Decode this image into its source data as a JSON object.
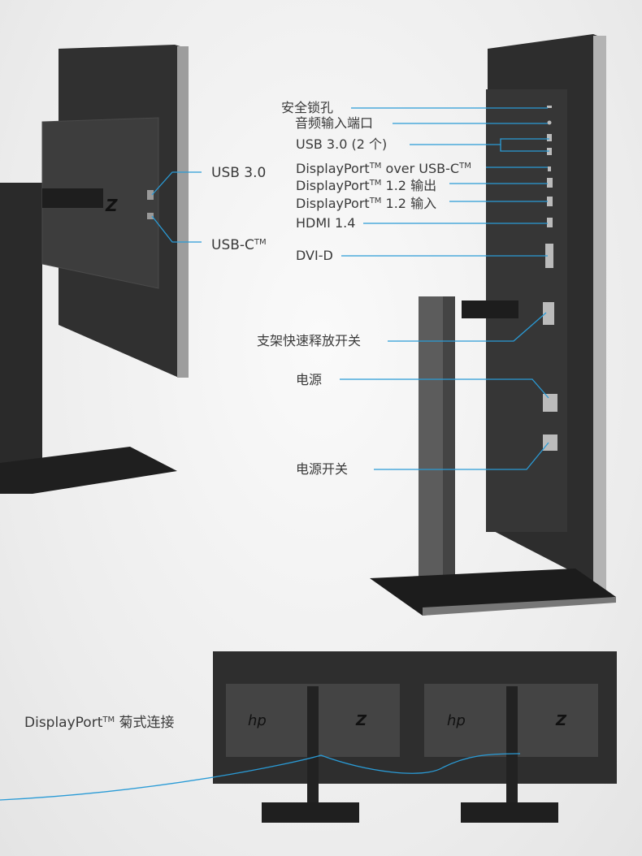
{
  "side_view": {
    "labels": {
      "usb30": "USB 3.0",
      "usbc": "USB-C",
      "usbc_tm": "TM"
    }
  },
  "rear_view": {
    "labels": {
      "security_lock": "安全锁孔",
      "audio_in": "音频输入端口",
      "usb30_x2": "USB 3.0 (2 个)",
      "dp_over_usbc_a": "DisplayPort",
      "dp_over_usbc_tm1": "TM",
      "dp_over_usbc_b": " over USB-C",
      "dp_over_usbc_tm2": "TM",
      "dp_out_a": "DisplayPort",
      "dp_out_tm": "TM",
      "dp_out_b": " 1.2 输出",
      "dp_in_a": "DisplayPort",
      "dp_in_tm": "TM",
      "dp_in_b": " 1.2 输入",
      "hdmi": "HDMI 1.4",
      "dvi": "DVI-D",
      "stand_release": "支架快速释放开关",
      "power": "电源",
      "power_switch": "电源开关"
    }
  },
  "daisy_chain": {
    "label_a": "DisplayPort",
    "label_tm": "TM",
    "label_b": " 菊式连接"
  },
  "colors": {
    "accent_line": "#2a9bd6",
    "monitor": "#2b2b2b",
    "bezel": "#9a9a9a"
  }
}
